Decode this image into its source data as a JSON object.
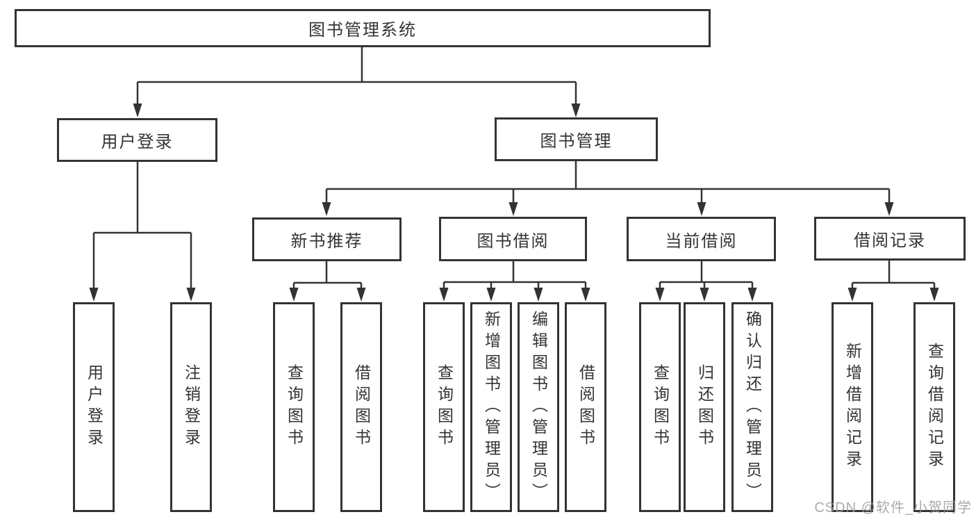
{
  "colors": {
    "line": "#333333",
    "text": "#333333",
    "background": "#ffffff",
    "watermark": "#9c9c9c"
  },
  "watermark": {
    "text": "CSDN @软件_小贺同学"
  },
  "diagram": {
    "root": {
      "label": "图书管理系统"
    },
    "branches": [
      {
        "label": "用户登录",
        "children": [
          {
            "label": "用户登录"
          },
          {
            "label": "注销登录"
          }
        ]
      },
      {
        "label": "图书管理",
        "children": [
          {
            "label": "新书推荐",
            "children": [
              {
                "label": "查询图书"
              },
              {
                "label": "借阅图书"
              }
            ]
          },
          {
            "label": "图书借阅",
            "children": [
              {
                "label": "查询图书"
              },
              {
                "label": "新增图书（管理员）"
              },
              {
                "label": "编辑图书（管理员）"
              },
              {
                "label": "借阅图书"
              }
            ]
          },
          {
            "label": "当前借阅",
            "children": [
              {
                "label": "查询图书"
              },
              {
                "label": "归还图书"
              },
              {
                "label": "确认归还（管理员）"
              }
            ]
          },
          {
            "label": "借阅记录",
            "children": [
              {
                "label": "新增借阅记录"
              },
              {
                "label": "查询借阅记录"
              }
            ]
          }
        ]
      }
    ]
  }
}
